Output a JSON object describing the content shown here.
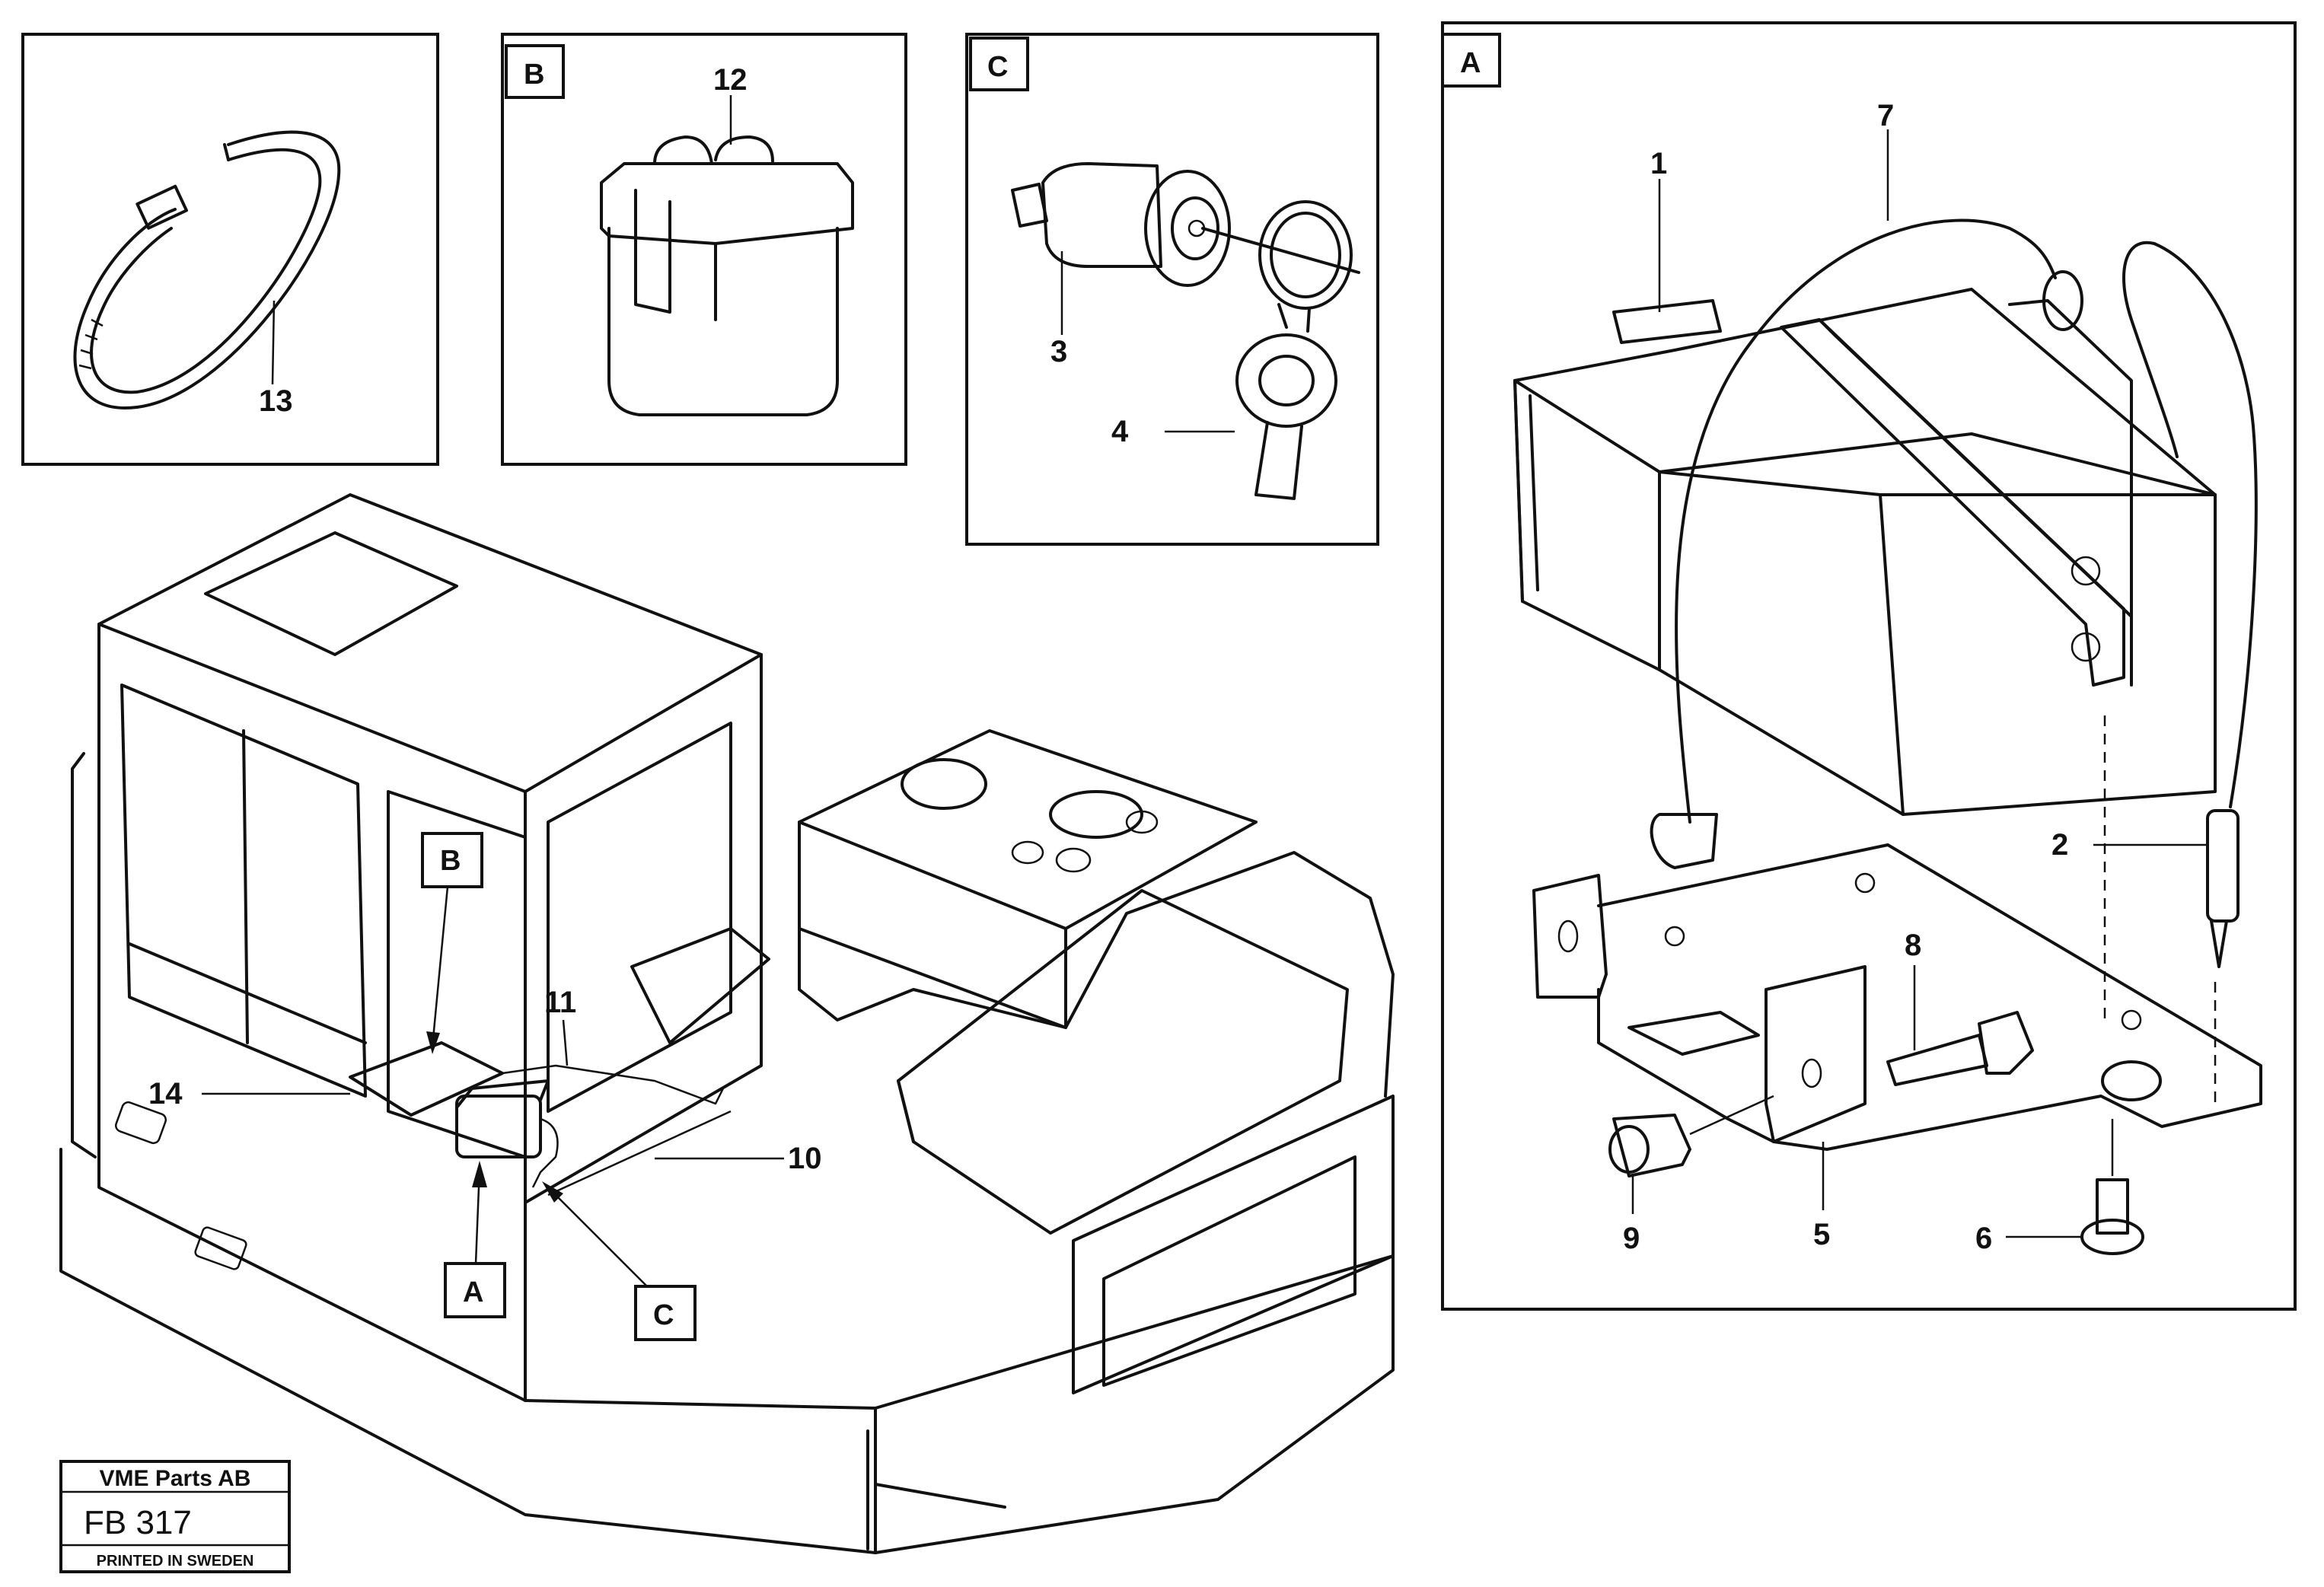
{
  "detail_frames": [
    {
      "letter": "",
      "part_numbers": [
        "13"
      ]
    },
    {
      "letter": "B",
      "part_numbers": [
        "12"
      ]
    },
    {
      "letter": "C",
      "part_numbers": [
        "3",
        "4"
      ]
    },
    {
      "letter": "A",
      "part_numbers": [
        "1",
        "7",
        "2",
        "8",
        "6",
        "9",
        "5"
      ]
    }
  ],
  "callouts": {
    "B": "B",
    "C": "C",
    "A": "A",
    "p1": "1",
    "p2": "2",
    "p3": "3",
    "p4": "4",
    "p5": "5",
    "p6": "6",
    "p7": "7",
    "p8": "8",
    "p9": "9",
    "p10": "10",
    "p11": "11",
    "p12": "12",
    "p13": "13",
    "p14": "14"
  },
  "main_callouts": {
    "B": "B",
    "A": "A",
    "C": "C",
    "p10": "10",
    "p11": "11",
    "p14": "14"
  },
  "title_block": {
    "company": "VME Parts AB",
    "code": "FB 317",
    "printed": "PRINTED IN SWEDEN"
  }
}
